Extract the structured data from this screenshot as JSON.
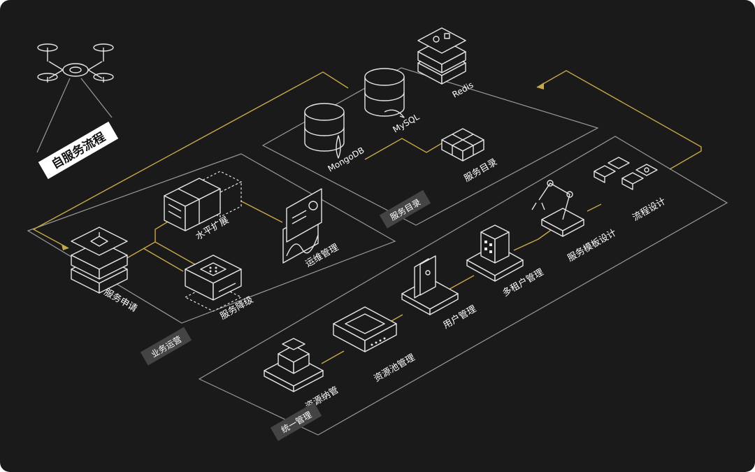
{
  "colors": {
    "background": "#1a1a1a",
    "line": "#8c8c8c",
    "accent": "#c9a84a",
    "icon": "#e6e6e6"
  },
  "title": "自服务流程",
  "panels": {
    "business": "业务运营",
    "catalog": "服务目录",
    "management": "统一管理"
  },
  "nodes": {
    "service_apply": "服务申请",
    "horizontal_scale": "水平扩展",
    "ops_manage": "运维管理",
    "service_degrade": "服务降级",
    "mongodb": "MongoDB",
    "mysql": "MySQL",
    "redis": "Redis",
    "service_catalog": "服务目录",
    "resource_manage": "资源纳管",
    "pool_manage": "资源池管理",
    "user_manage": "用户管理",
    "tenant_manage": "多租户管理",
    "template_design": "服务模板设计",
    "flow_design": "流程设计"
  }
}
